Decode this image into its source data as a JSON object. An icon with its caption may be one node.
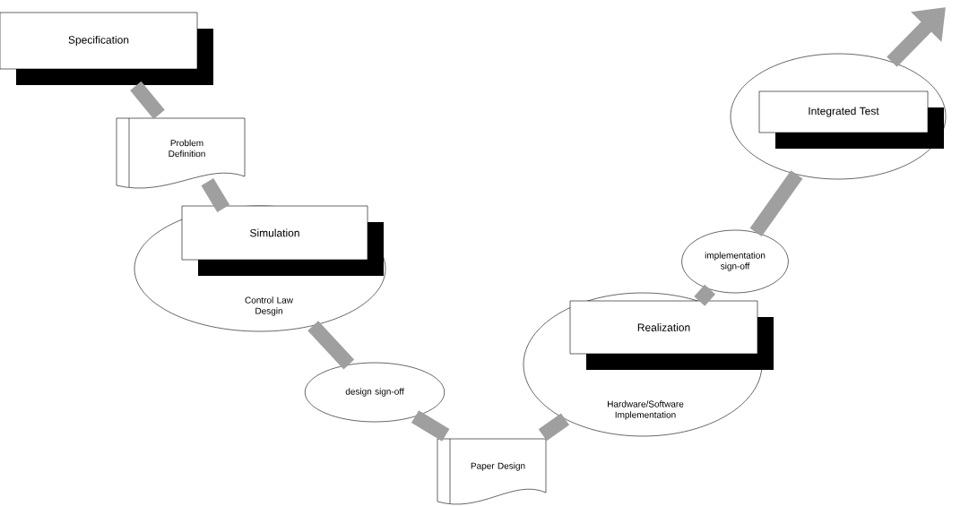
{
  "diagram": {
    "nodes": [
      {
        "text": [
          "Specification"
        ]
      },
      {
        "text": [
          "Problem Definition"
        ]
      },
      {
        "text": [
          "Control Law Desgin"
        ]
      },
      {
        "text": [
          "Simulation"
        ],
        "in": 2
      },
      {
        "text": [
          "design sign-off"
        ]
      },
      {
        "text": [
          "Paper Design"
        ]
      },
      {
        "text": [
          "Hardware/Software Implementation"
        ]
      },
      {
        "text": [
          "Realization"
        ],
        "in": 6
      },
      {
        "text": [
          "implementation sign-off"
        ]
      },
      {
        "text": [],
        "shape": "ellipse"
      },
      {
        "text": [
          "Integrated Test"
        ],
        "in": 9
      }
    ],
    "edges": [
      {
        "from": 0,
        "to": 1,
        "arrow": "none",
        "color": "#9f9f9f"
      },
      {
        "from": 1,
        "to": 2,
        "arrow": "none",
        "color": "#9f9f9f"
      },
      {
        "from": 2,
        "to": 4,
        "arrow": "none",
        "color": "#9f9f9f"
      },
      {
        "from": 4,
        "to": 5,
        "arrow": "none",
        "color": "#9f9f9f"
      },
      {
        "from": 5,
        "to": 6,
        "arrow": "none",
        "color": "#9f9f9f"
      },
      {
        "from": 6,
        "to": 8,
        "arrow": "none",
        "color": "#9f9f9f"
      },
      {
        "from": 8,
        "to": 9,
        "arrow": "none",
        "color": "#9f9f9f"
      },
      {
        "from": 9,
        "to": null,
        "arrow": "to",
        "color": "#9f9f9f"
      }
    ]
  }
}
